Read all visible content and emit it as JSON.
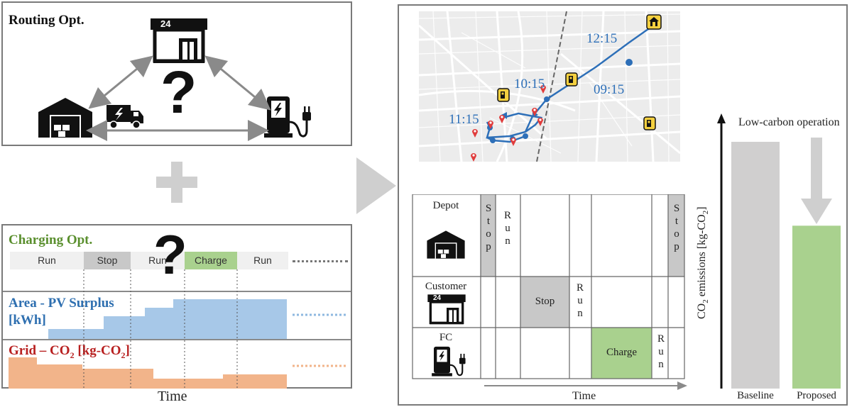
{
  "routing": {
    "title": "Routing Opt.",
    "store_sign": "24",
    "question_mark": "?",
    "icons": [
      "store-icon",
      "warehouse-icon",
      "truck-icon",
      "charger-icon"
    ]
  },
  "plus_sign": "+",
  "charging": {
    "title": "Charging Opt.",
    "question_mark": "?",
    "segments": [
      "Run",
      "Stop",
      "Run",
      "Charge",
      "Run"
    ],
    "pv_title_line1": "Area - PV Surplus",
    "pv_title_line2": "[kWh]",
    "grid_title": "Grid – CO",
    "grid_sub1": "2",
    "grid_mid": " [kg-CO",
    "grid_sub2": "2",
    "grid_end": "]",
    "time_label": "Time",
    "colors": {
      "pv": "#a7c8e8",
      "grid": "#f2b48a",
      "stop": "#c8c8c8",
      "charge": "#a9d18e",
      "run": "#f0f0f0"
    }
  },
  "map": {
    "times": [
      "12:15",
      "10:15",
      "09:15",
      "11:15"
    ],
    "icons": [
      "home-marker-icon",
      "fuel-station-icon",
      "location-pin-icon"
    ]
  },
  "schedule": {
    "rows": [
      "Depot",
      "Customer",
      "FC"
    ],
    "store_sign": "24",
    "depot_stop1": "Stop",
    "depot_run": "Run",
    "depot_stop2": "Stop",
    "customer_stop": "Stop",
    "customer_run": "Run",
    "fc_charge": "Charge",
    "fc_run": "Run",
    "time_label": "Time"
  },
  "emissions": {
    "ylabel_prefix": "CO",
    "ylabel_sub": "2",
    "ylabel_mid": " emissions [kg-CO",
    "ylabel_sub2": "2",
    "ylabel_end": "]",
    "annotation": "Low-carbon operation",
    "bars": [
      {
        "label": "Baseline",
        "fraction": 1.0,
        "color": "#d0cfcf"
      },
      {
        "label": "Proposed",
        "fraction": 0.66,
        "color": "#a9d18e"
      }
    ]
  }
}
